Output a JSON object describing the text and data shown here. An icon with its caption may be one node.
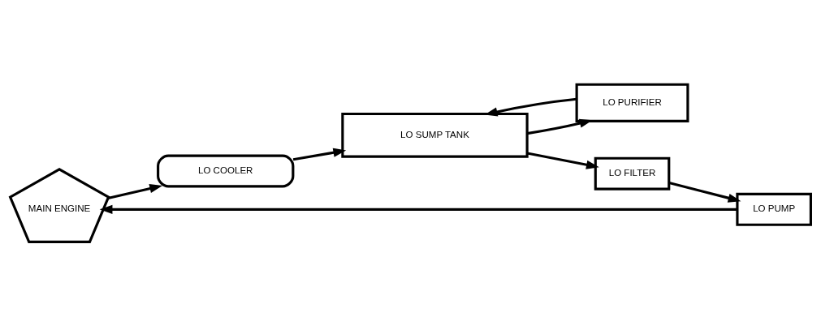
{
  "diagram": {
    "nodes": [
      {
        "text": [
          "MAIN ENGINE"
        ]
      },
      {
        "text": [
          "LO COOLER"
        ]
      },
      {
        "text": [
          "LO SUMP TANK"
        ]
      },
      {
        "text": [
          "LO PURIFIER"
        ]
      },
      {
        "text": [
          "LO PUMP"
        ]
      },
      {
        "text": [
          "LO FILTER"
        ]
      }
    ],
    "edges": [
      {
        "from": 0,
        "to": 1,
        "arrow": "to"
      },
      {
        "from": 1,
        "to": 2,
        "arrow": "to"
      },
      {
        "from": 2,
        "to": 3,
        "arrow": "to"
      },
      {
        "from": 3,
        "to": 2,
        "arrow": "to"
      },
      {
        "from": 2,
        "to": 5,
        "arrow": "to"
      },
      {
        "from": 5,
        "to": 4,
        "arrow": "to"
      },
      {
        "from": 4,
        "to": 0,
        "arrow": "to"
      }
    ]
  }
}
